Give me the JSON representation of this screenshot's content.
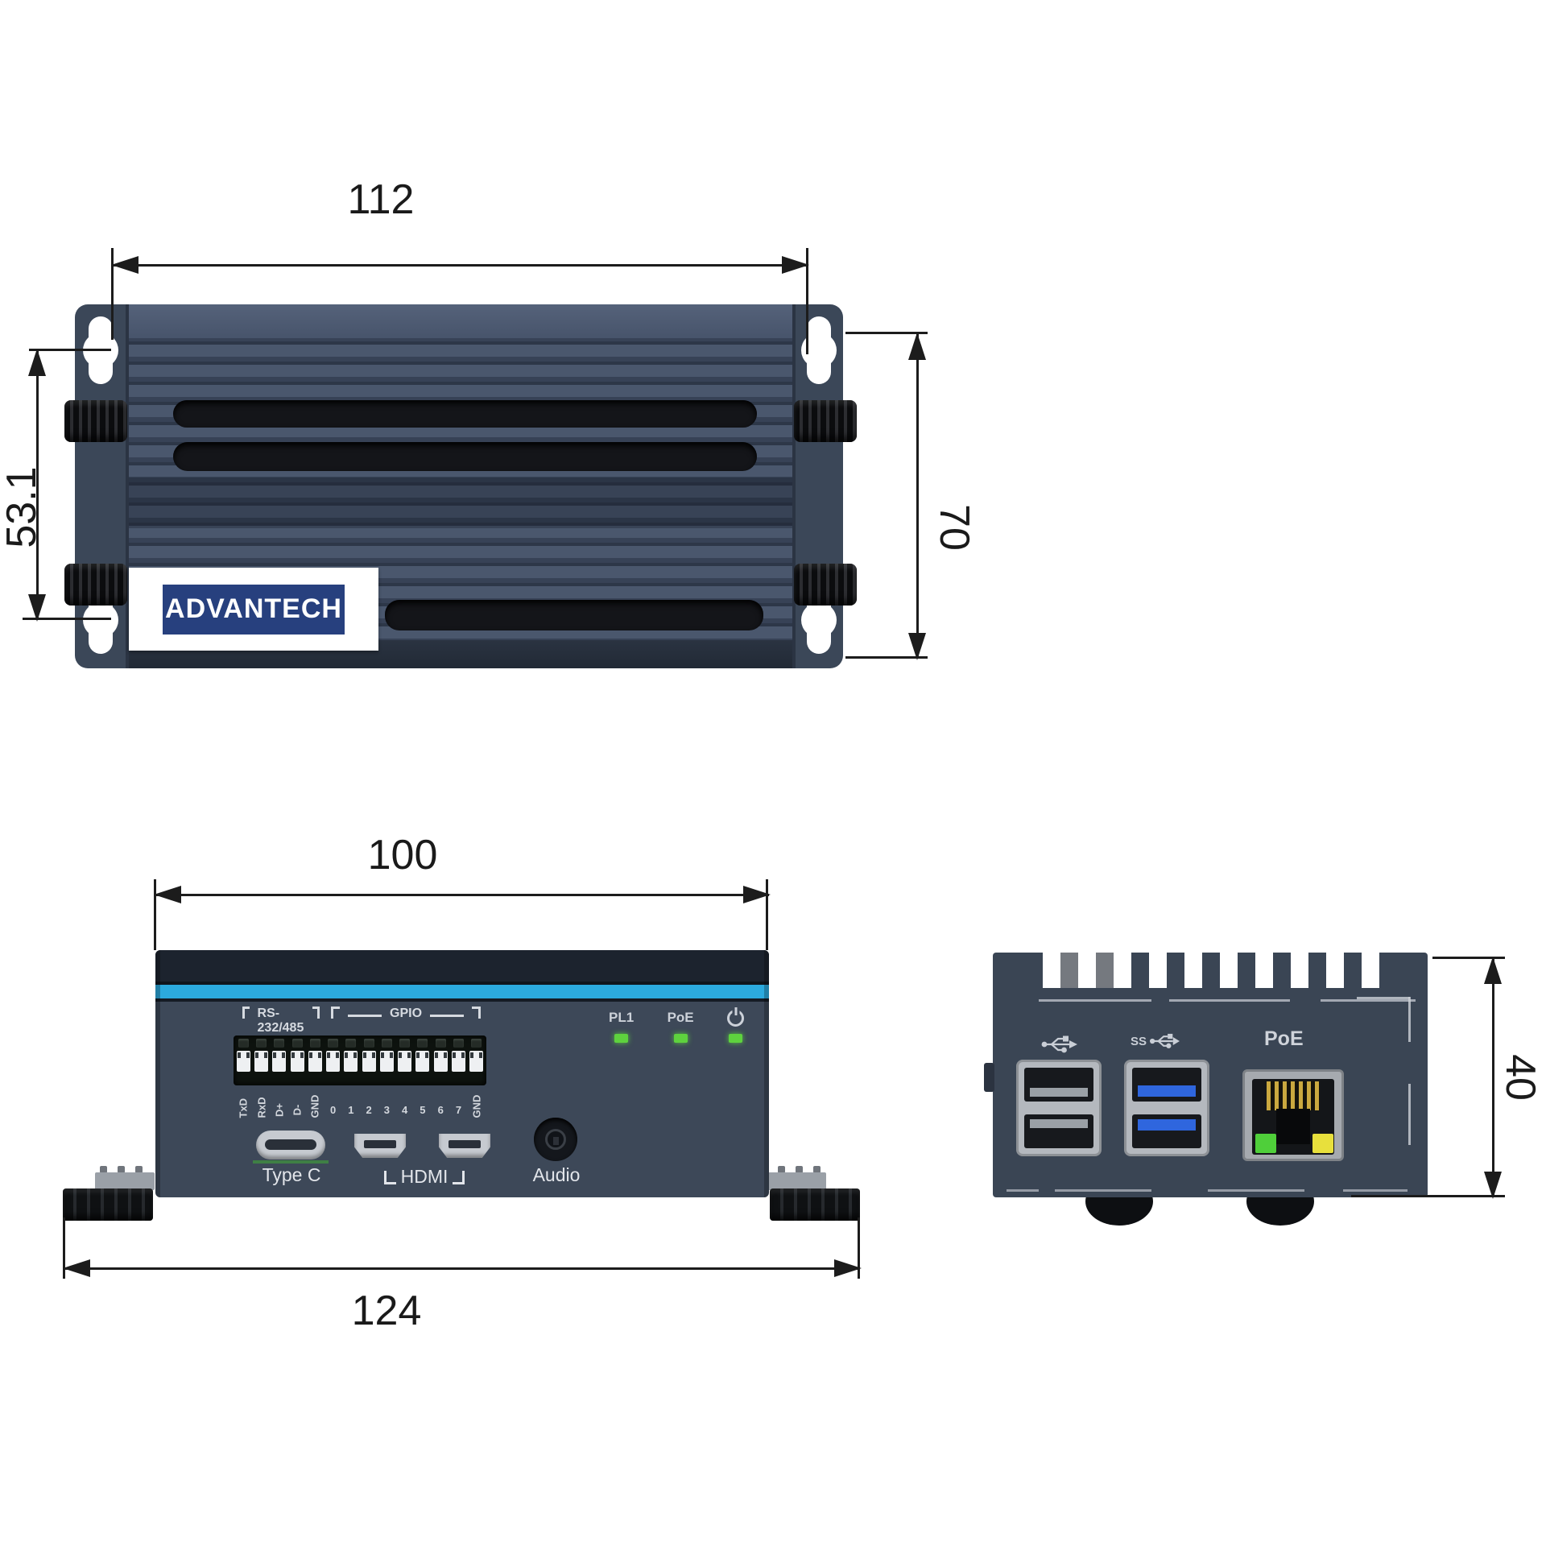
{
  "drawing": {
    "brand_logo": "ADVANTECH",
    "dimensions": {
      "mount_hole_span_x": "112",
      "mount_hole_span_y": "53.1",
      "top_depth": "70",
      "front_width": "100",
      "front_overall_width": "124",
      "side_height": "40"
    },
    "front_panel": {
      "rs232_label": "RS-232/485",
      "gpio_label": "GPIO",
      "type_c_label": "Type C",
      "hdmi_label": "HDMI",
      "audio_label": "Audio",
      "terminals": [
        {
          "label": "TxD",
          "rotated": true
        },
        {
          "label": "RxD",
          "rotated": true
        },
        {
          "label": "D+",
          "rotated": true
        },
        {
          "label": "D-",
          "rotated": true
        },
        {
          "label": "GND",
          "rotated": true
        },
        {
          "label": "0",
          "rotated": false
        },
        {
          "label": "1",
          "rotated": false
        },
        {
          "label": "2",
          "rotated": false
        },
        {
          "label": "3",
          "rotated": false
        },
        {
          "label": "4",
          "rotated": false
        },
        {
          "label": "5",
          "rotated": false
        },
        {
          "label": "6",
          "rotated": false
        },
        {
          "label": "7",
          "rotated": false
        },
        {
          "label": "GND",
          "rotated": true
        }
      ],
      "leds": [
        {
          "label": "PL1",
          "icon": "led-green"
        },
        {
          "label": "PoE",
          "icon": "led-green"
        },
        {
          "label": "",
          "icon": "power-icon"
        }
      ]
    },
    "side_panel": {
      "poe_label": "PoE",
      "usb2_icon": "usb-icon",
      "usb3_icon": "usb3-ss-icon",
      "usb3_ss_text": "SS"
    },
    "colors": {
      "body": "#3d4858",
      "accent_stripe": "#2caade",
      "logo_navy": "#27407e",
      "panel_led_green": "#5ed23e",
      "rj45_led_green": "#4fcf3a",
      "rj45_led_yellow": "#e8e03c"
    }
  }
}
